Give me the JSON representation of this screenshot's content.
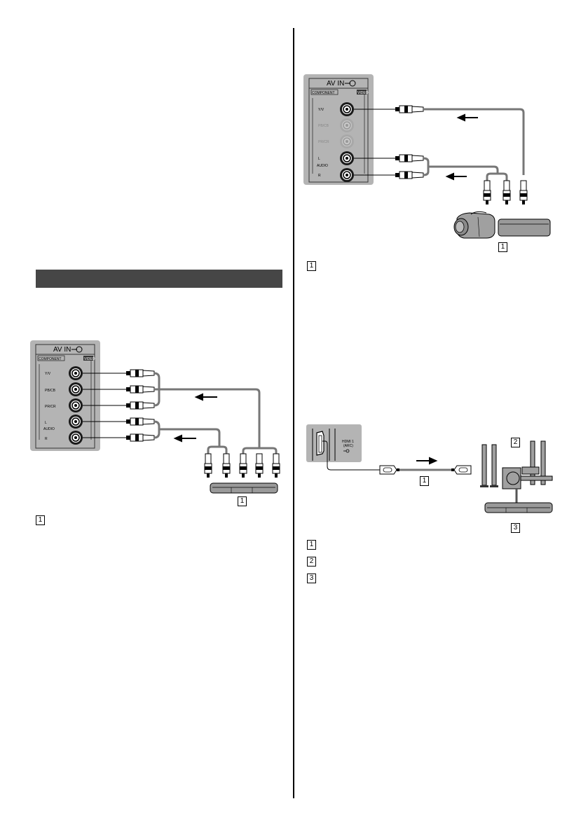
{
  "section_header": {
    "title": ""
  },
  "diagram_component": {
    "panel": {
      "title": "AV IN",
      "input_icon": "input-arrow-icon",
      "group_label_left": "COMPONENT",
      "group_label_right": "VIDEO",
      "jacks": [
        {
          "label": "Y/V",
          "active": true
        },
        {
          "label": "PB/CB",
          "active": true
        },
        {
          "label": "PR/CR",
          "active": true
        },
        {
          "label": "L",
          "active": true
        },
        {
          "label": "R",
          "active": true
        }
      ],
      "audio_label": "AUDIO"
    },
    "device_label": "1",
    "legend": [
      {
        "num": "1",
        "text": ""
      }
    ]
  },
  "diagram_composite": {
    "panel": {
      "title": "AV IN",
      "input_icon": "input-arrow-icon",
      "group_label_left": "COMPONENT",
      "group_label_right": "VIDEO",
      "jacks": [
        {
          "label": "Y/V",
          "active": true
        },
        {
          "label": "PB/CB",
          "active": false
        },
        {
          "label": "PR/CR",
          "active": false
        },
        {
          "label": "L",
          "active": true
        },
        {
          "label": "R",
          "active": true
        }
      ],
      "audio_label": "AUDIO"
    },
    "device_label": "1",
    "legend": [
      {
        "num": "1",
        "text": ""
      }
    ]
  },
  "diagram_hdmi": {
    "port_label_line1": "HDMI 1",
    "port_label_line2": "(ARC)",
    "cable_label": "1",
    "speaker_label": "2",
    "player_label": "3",
    "legend": [
      {
        "num": "1",
        "text": ""
      },
      {
        "num": "2",
        "text": ""
      },
      {
        "num": "3",
        "text": ""
      }
    ]
  }
}
